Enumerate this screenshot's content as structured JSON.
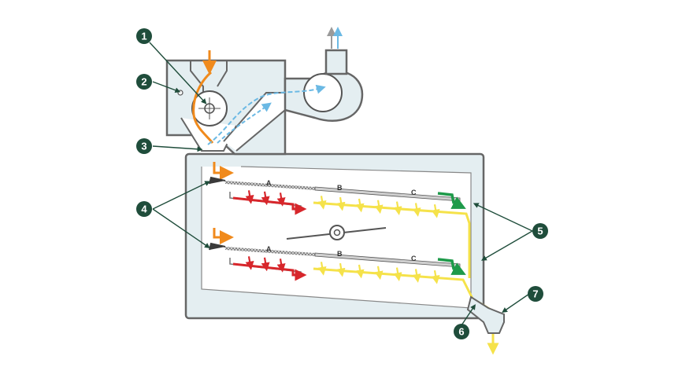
{
  "diagram": {
    "callouts": [
      "1",
      "2",
      "3",
      "4",
      "5",
      "6",
      "7"
    ],
    "section_labels": [
      "A",
      "B",
      "C"
    ],
    "colors": {
      "housing_fill": "#e4eef1",
      "housing_stroke": "#666666",
      "callout_fill": "#1f4d3b",
      "feed_orange": "#f08a1c",
      "air_blue": "#6bb9e4",
      "air_gray": "#9a9a9a",
      "reject_red": "#d7262b",
      "product_yellow": "#f5e24a",
      "overs_green": "#1e9a4a",
      "screen_dark": "#3a3a3a"
    }
  }
}
